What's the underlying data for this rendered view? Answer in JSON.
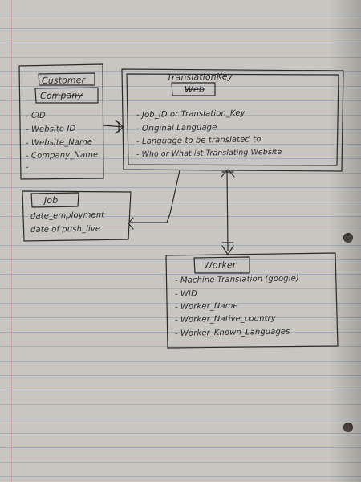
{
  "entities": {
    "customer": {
      "title": "Customer",
      "struck_title": "Company",
      "attributes": [
        "- CID",
        "- Website ID",
        "- Website_Name",
        "- Company_Name",
        "-"
      ]
    },
    "translation_key": {
      "title": "TranslationKey",
      "struck_title": "Web",
      "attributes": [
        "- Job_ID or Translation_Key",
        "- Original Language",
        "- Language to be translated to",
        "- Who or What ist Translating Website"
      ]
    },
    "job": {
      "title": "Job",
      "attributes": [
        "date_employment",
        "date of push_live"
      ]
    },
    "worker": {
      "title": "Worker",
      "attributes": [
        "- Machine Translation (google)",
        "- WID",
        "- Worker_Name",
        "- Worker_Native_country",
        "- Worker_Known_Languages"
      ]
    }
  },
  "colors": {
    "ink": "#2a2a2a",
    "paper": "#c9c6c1",
    "rule": "#a3aec0"
  }
}
